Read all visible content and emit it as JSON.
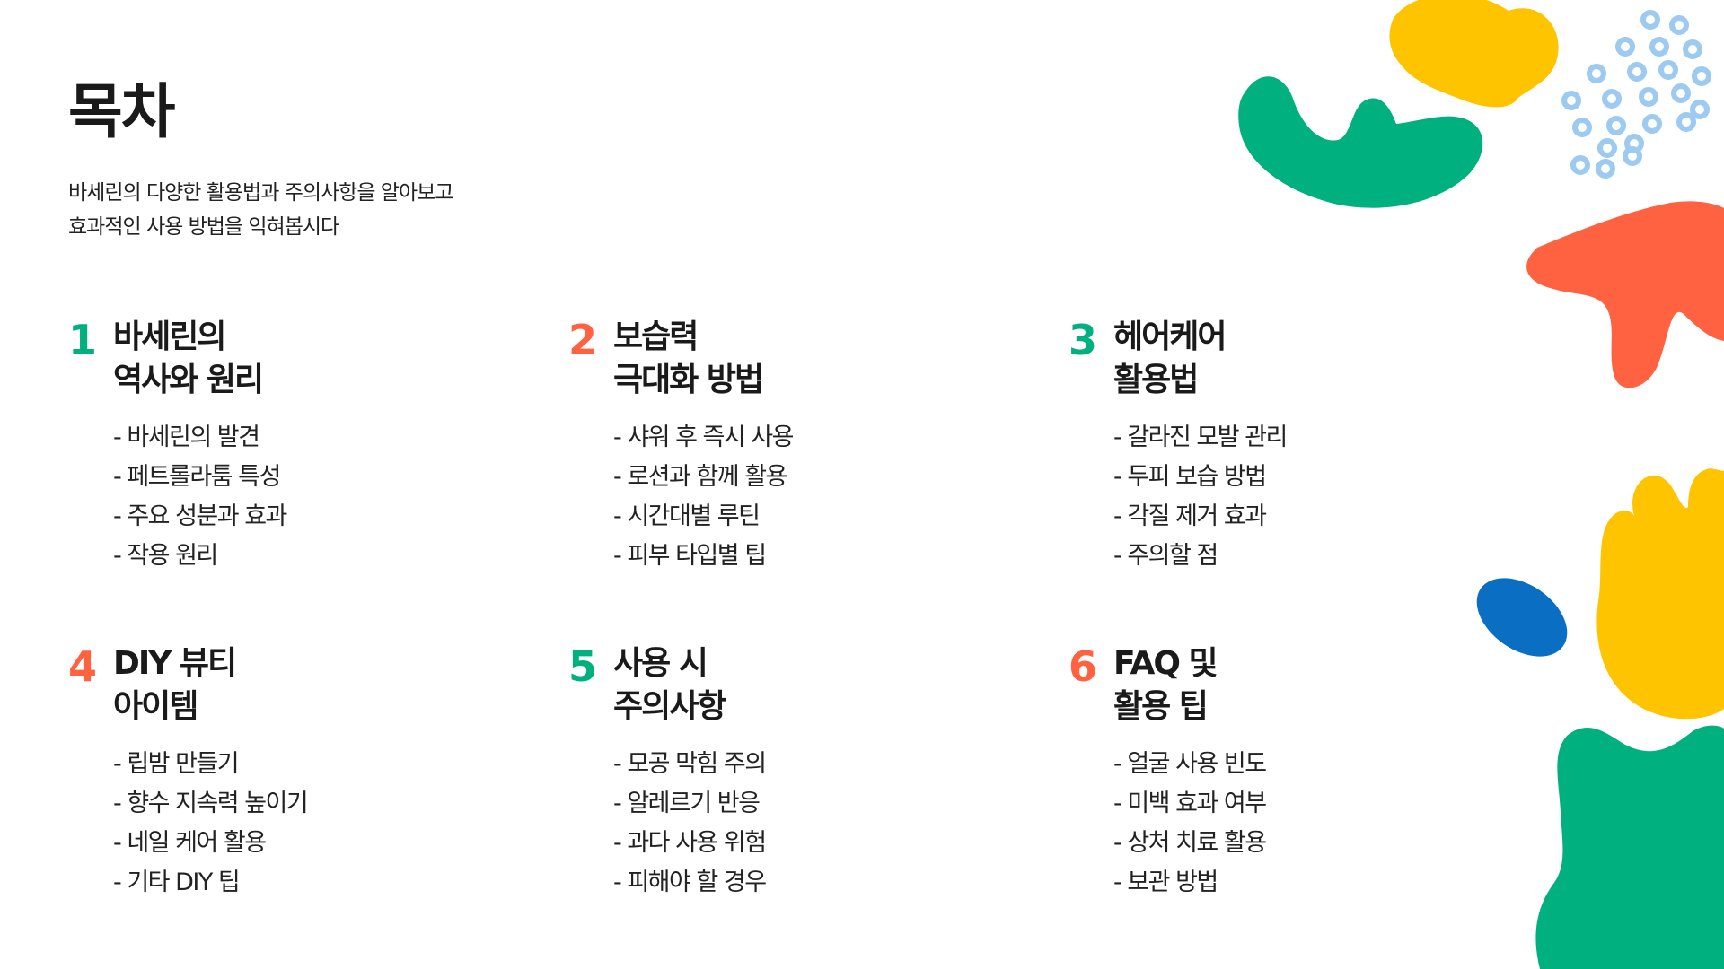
{
  "title": "목차",
  "subtitle": {
    "line1": "바세린의 다양한 활용법과 주의사항을 알아보고",
    "line2": "효과적인 사용 방법을 익혀봅시다"
  },
  "colors": {
    "green": "#00b07f",
    "orange": "#ff6240",
    "yellow": "#ffc400",
    "blue": "#0a6fc2",
    "light_blue": "#9ccaf0"
  },
  "sections": [
    {
      "number": "1",
      "title_line1": "바세린의",
      "title_line2": "역사와 원리",
      "items": [
        "- 바세린의 발견",
        "- 페트롤라툼 특성",
        "- 주요 성분과 효과",
        "- 작용 원리"
      ]
    },
    {
      "number": "2",
      "title_line1": "보습력",
      "title_line2": "극대화 방법",
      "items": [
        "- 샤워 후 즉시 사용",
        "- 로션과 함께 활용",
        "- 시간대별 루틴",
        "- 피부 타입별 팁"
      ]
    },
    {
      "number": "3",
      "title_line1": "헤어케어",
      "title_line2": "활용법",
      "items": [
        "- 갈라진 모발 관리",
        "- 두피 보습 방법",
        "- 각질 제거 효과",
        "- 주의할 점"
      ]
    },
    {
      "number": "4",
      "title_line1": "DIY 뷰티",
      "title_line2": "아이템",
      "items": [
        "- 립밤 만들기",
        "- 향수 지속력 높이기",
        "- 네일 케어 활용",
        "- 기타 DIY 팁"
      ]
    },
    {
      "number": "5",
      "title_line1": "사용 시",
      "title_line2": "주의사항",
      "items": [
        "- 모공 막힘 주의",
        "- 알레르기 반응",
        "- 과다 사용 위험",
        "- 피해야 할 경우"
      ]
    },
    {
      "number": "6",
      "title_line1": "FAQ 및",
      "title_line2": "활용 팁",
      "items": [
        "- 얼굴 사용 빈도",
        "- 미백 효과 여부",
        "- 상처 치료 활용",
        "- 보관 방법"
      ]
    }
  ]
}
